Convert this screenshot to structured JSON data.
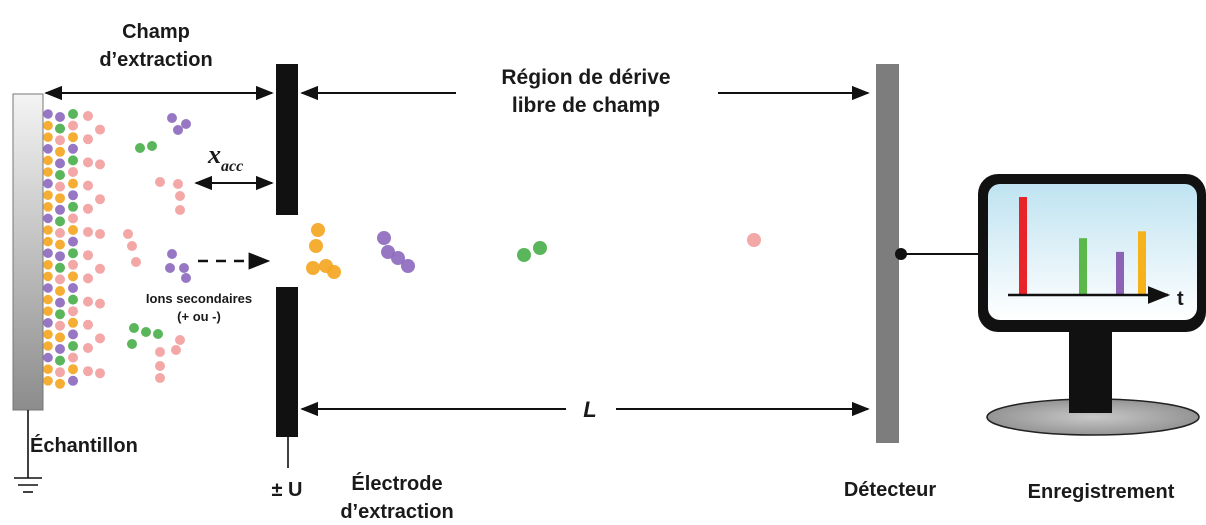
{
  "labels": {
    "champ_line1": "Champ",
    "champ_line2": "d’extraction",
    "region_line1": "Région de dérive",
    "region_line2": "libre de champ",
    "x_main": "x",
    "x_sub": "acc",
    "ions_line1": "Ions secondaires",
    "ions_line2": "(+ ou -)",
    "echantillon": "Échantillon",
    "pm_u": "± U",
    "electrode_line1": "Électrode",
    "electrode_line2": "d’extraction",
    "length": "L",
    "detecteur": "Détecteur",
    "enregistrement": "Enregistrement",
    "time_axis": "t"
  },
  "colors": {
    "ion_orange": "#f5a623",
    "ion_purple": "#8e6bbf",
    "ion_green": "#4cb04c",
    "ion_pink": "#f2a0a0",
    "peak_red": "#e8232a",
    "peak_green": "#5cb84a",
    "peak_purple": "#8d63b5",
    "peak_orange": "#f5b21b",
    "screen_top": "#c7e6f2",
    "detector": "#7d7d7d",
    "electrode": "#111111"
  },
  "spectrum_peaks": [
    {
      "color": "peak_red",
      "height": 1.0
    },
    {
      "color": "peak_green",
      "height": 0.58
    },
    {
      "color": "peak_purple",
      "height": 0.44
    },
    {
      "color": "peak_orange",
      "height": 0.65
    }
  ]
}
